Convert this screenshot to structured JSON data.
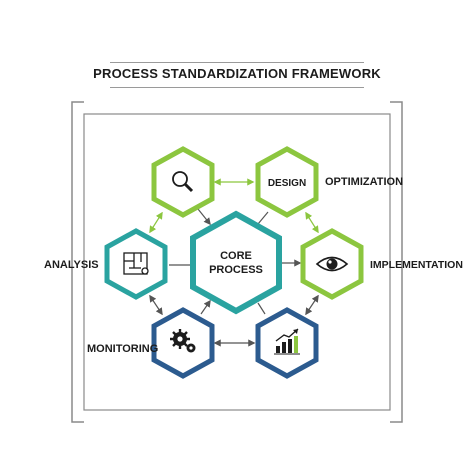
{
  "title": "PROCESS STANDARDIZATION FRAMEWORK",
  "center": {
    "line1": "CORE",
    "line2": "PROCESS"
  },
  "nodes": {
    "design": {
      "label": "DESIGN",
      "color": "#8cc63f"
    },
    "optimization": {
      "label": "OPTIMIZATION"
    },
    "implementation": {
      "label": "IMPLEMENTATION",
      "color": "#8cc63f"
    },
    "analysis": {
      "label": "ANALYSIS"
    },
    "monitoring": {
      "label": "MONITORING"
    }
  },
  "icons": {
    "search": {
      "name": "magnifier-icon",
      "color": "#8cc63f"
    },
    "eye": {
      "name": "eye-icon",
      "color": "#8cc63f"
    },
    "blueprint": {
      "name": "blueprint-icon",
      "color": "#2aa3a0"
    },
    "gears": {
      "name": "gears-icon",
      "color": "#2c5b8f"
    },
    "chart": {
      "name": "growth-chart-icon",
      "color": "#2c5b8f"
    }
  },
  "colors": {
    "green": "#8cc63f",
    "teal": "#2aa3a0",
    "navy": "#2c5b8f",
    "frame": "#8a8a8a"
  }
}
